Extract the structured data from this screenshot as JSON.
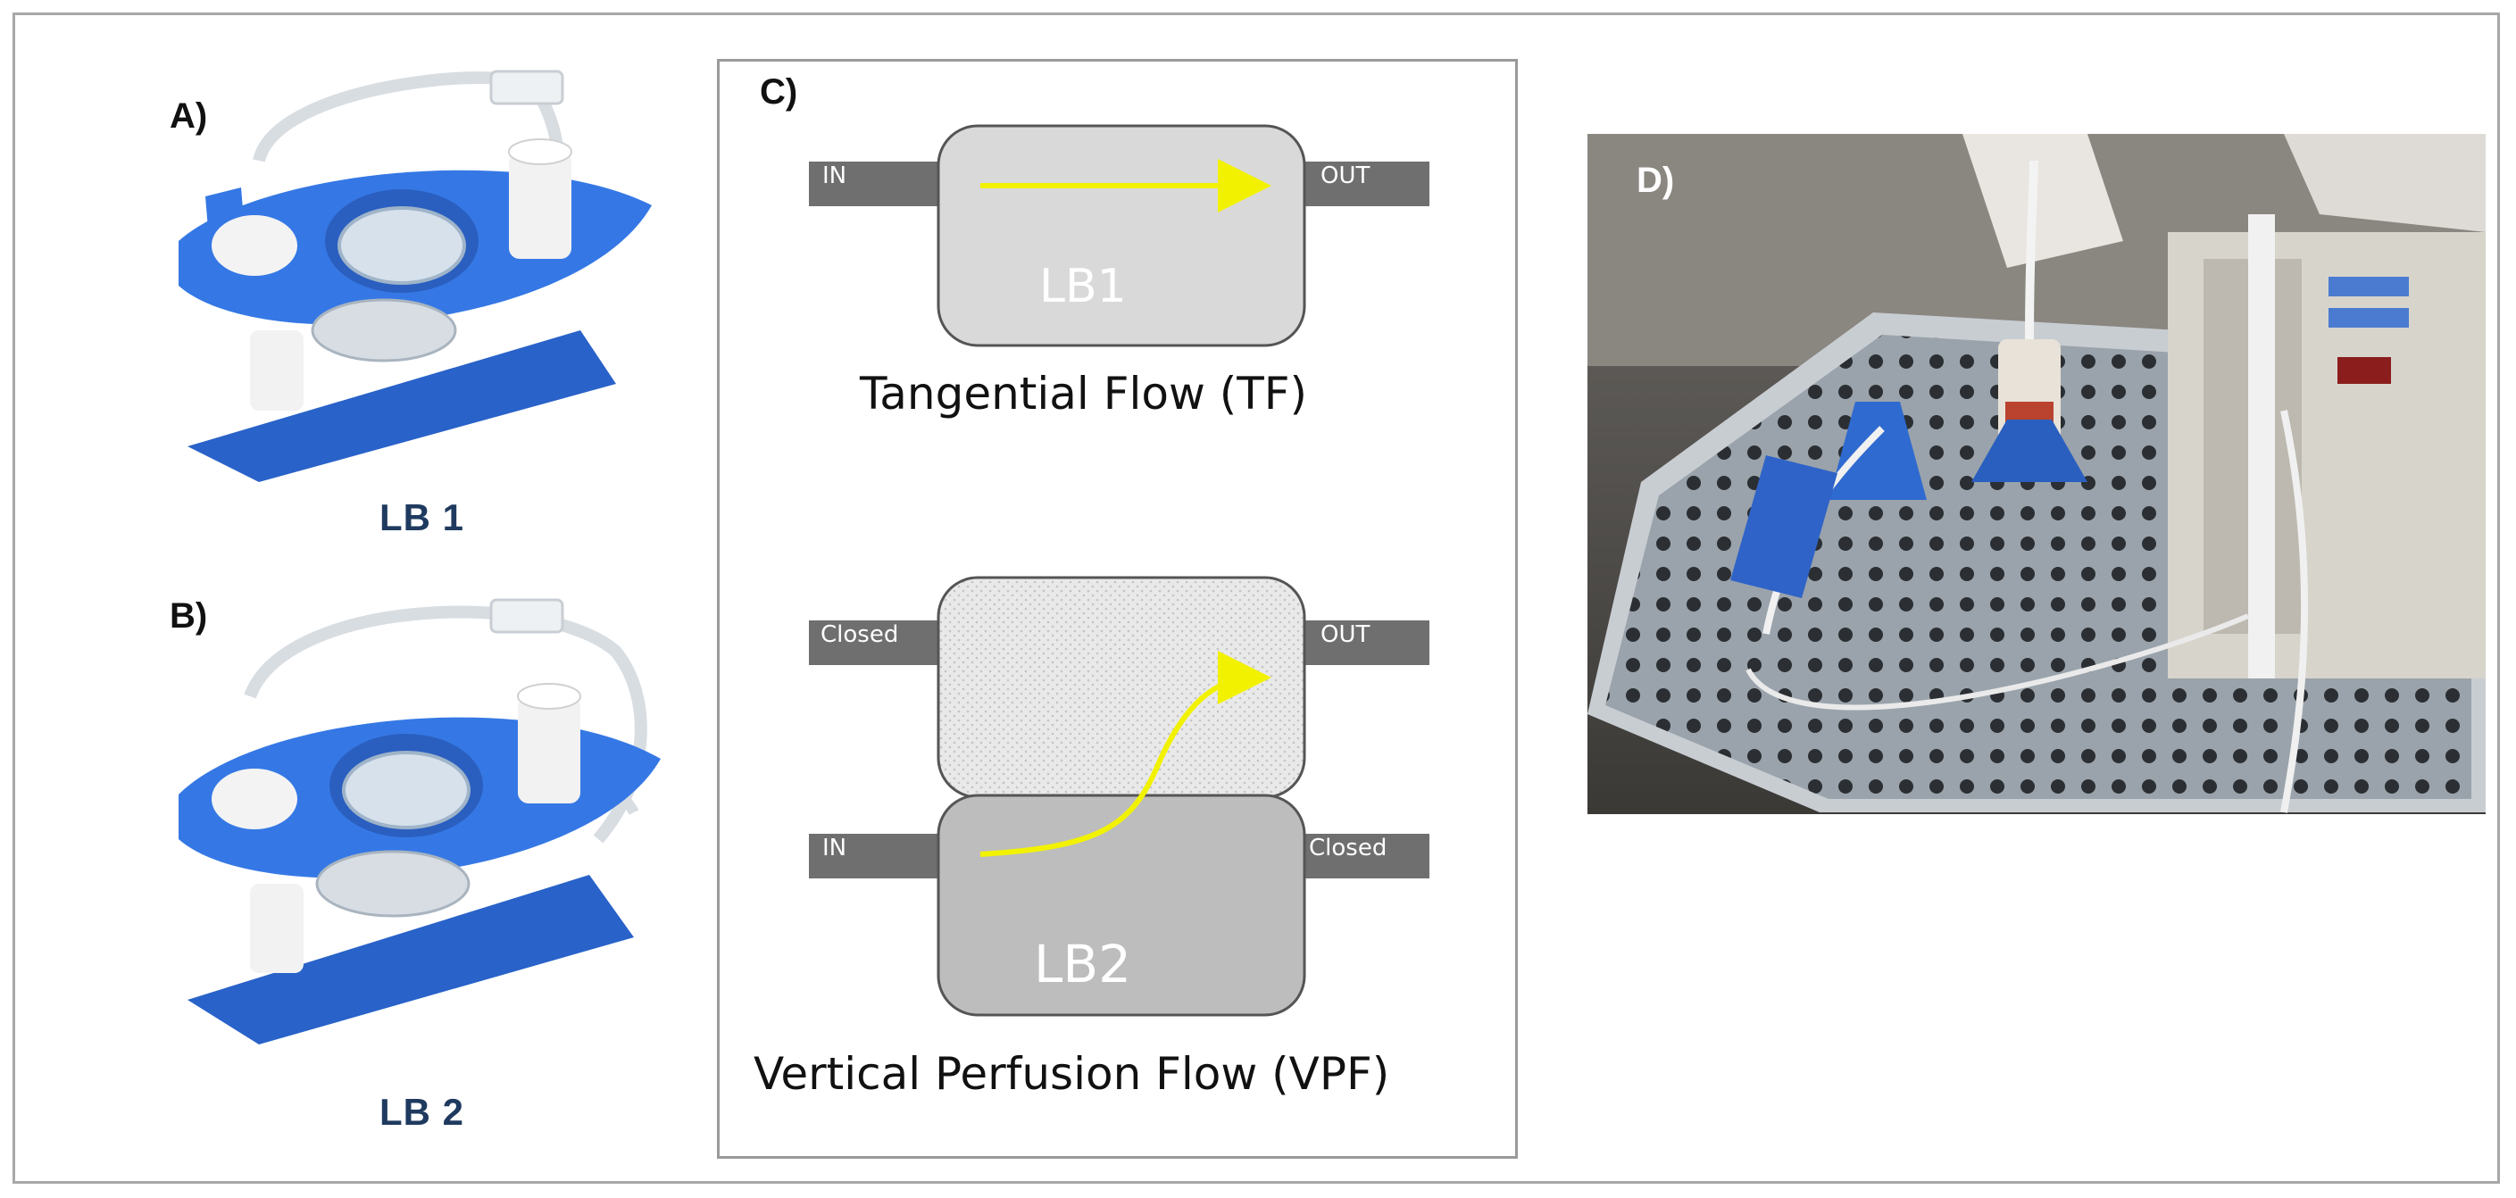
{
  "panels": {
    "a": {
      "label": "A)",
      "caption": "LB 1"
    },
    "b": {
      "label": "B)",
      "caption": "LB 2"
    },
    "c": {
      "label": "C)",
      "tf": {
        "in": "IN",
        "out": "OUT",
        "chamber": "LB1",
        "caption": "Tangential Flow (TF)"
      },
      "vpf": {
        "top_left": "Closed",
        "top_right": "OUT",
        "bottom_left": "IN",
        "bottom_right": "Closed",
        "chamber": "LB2",
        "caption": "Vertical Perfusion Flow (VPF)"
      }
    },
    "d": {
      "label": "D)"
    }
  },
  "colors": {
    "device_blue": "#2e6fd8",
    "flow_arrow": "#f2f200",
    "chamber_light": "#d9d9d9",
    "chamber_dark": "#bdbdbd",
    "port_gray": "#6f6f6f",
    "caption_navy": "#1f3a5f"
  },
  "icons": [
    "device-lb1-image",
    "device-lb2-image",
    "lab-setup-photo"
  ]
}
